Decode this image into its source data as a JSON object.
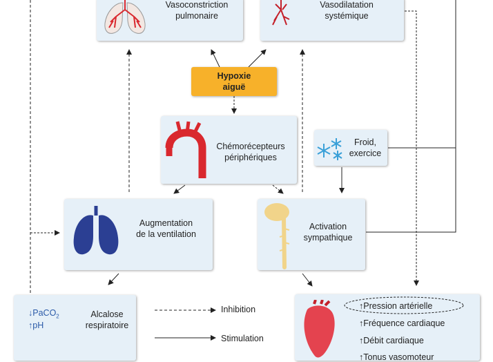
{
  "nodes": {
    "vasoconstriction": "Vasoconstriction\npulmonaire",
    "vasodilatation": "Vasodilatation\nsystémique",
    "hypoxie": "Hypoxie\naiguë",
    "chemorecepteurs": "Chémorécepteurs\npériphériques",
    "froid": "Froid,\nexercice",
    "ventilation": "Augmentation\nde la ventilation",
    "sympathique": "Activation\nsympathique",
    "alcalose": "Alcalose\nrespiratoire"
  },
  "alcalose_markers": {
    "paco2_arrow": "↓",
    "paco2": "PaCO",
    "paco2_sub": "2",
    "ph_arrow": "↑",
    "ph": "pH"
  },
  "legend": {
    "inhibition": "Inhibition",
    "stimulation": "Stimulation"
  },
  "effects": [
    {
      "arrow": "↑",
      "text": "Pression artérielle"
    },
    {
      "arrow": "↑",
      "text": "Fréquence cardiaque"
    },
    {
      "arrow": "↑",
      "text": "Débit cardiaque"
    },
    {
      "arrow": "↑",
      "text": "Tonus vasomoteur"
    }
  ],
  "icons": {
    "lung_small": "lungs-icon",
    "vessels": "blood-vessels-icon",
    "aorta": "aorta-icon",
    "snowflake": "snowflake-icon",
    "lung_large": "lungs-icon",
    "nervous": "spinal-cord-icon",
    "heart": "heart-icon"
  },
  "colors": {
    "box_fill": "#e6f0f8",
    "hypoxie_fill": "#f7b12a",
    "vessel_red": "#d9282e",
    "lung_blue": "#2b3f93",
    "nerve_yellow": "#f1d48a",
    "heart_red": "#e4434f",
    "snow_blue": "#3aa0d8"
  }
}
